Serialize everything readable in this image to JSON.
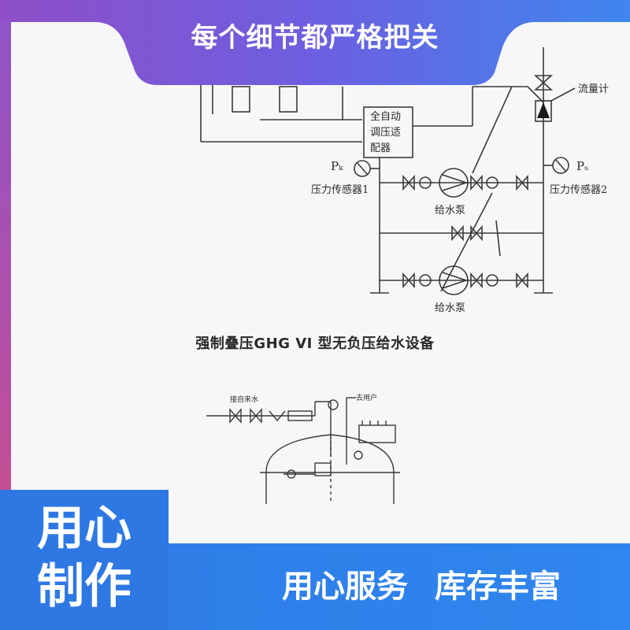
{
  "banner": {
    "title": "每个细节都严格把关"
  },
  "diagram1": {
    "controller_lines": [
      "全自动",
      "调压适",
      "配器"
    ],
    "flowmeter": "流量计",
    "pk": "Pₖ",
    "ps": "Pₛ",
    "sensor1": "压力传感器1",
    "sensor2": "压力传感器2",
    "pump1": "给水泵",
    "pump2": "给水泵"
  },
  "caption": "强制叠压GHG VI 型无负压给水设备",
  "diagram2": {
    "inlet": "接自来水",
    "outlet": "去用户"
  },
  "badge": {
    "line1": "用心",
    "line2": "制作"
  },
  "footer": {
    "text": "用心服务 库存丰富"
  },
  "colors": {
    "banner": "#6c63e0",
    "footer": "#2f80ea",
    "badge": "#2e78e4",
    "strip": "#b34fa6"
  }
}
